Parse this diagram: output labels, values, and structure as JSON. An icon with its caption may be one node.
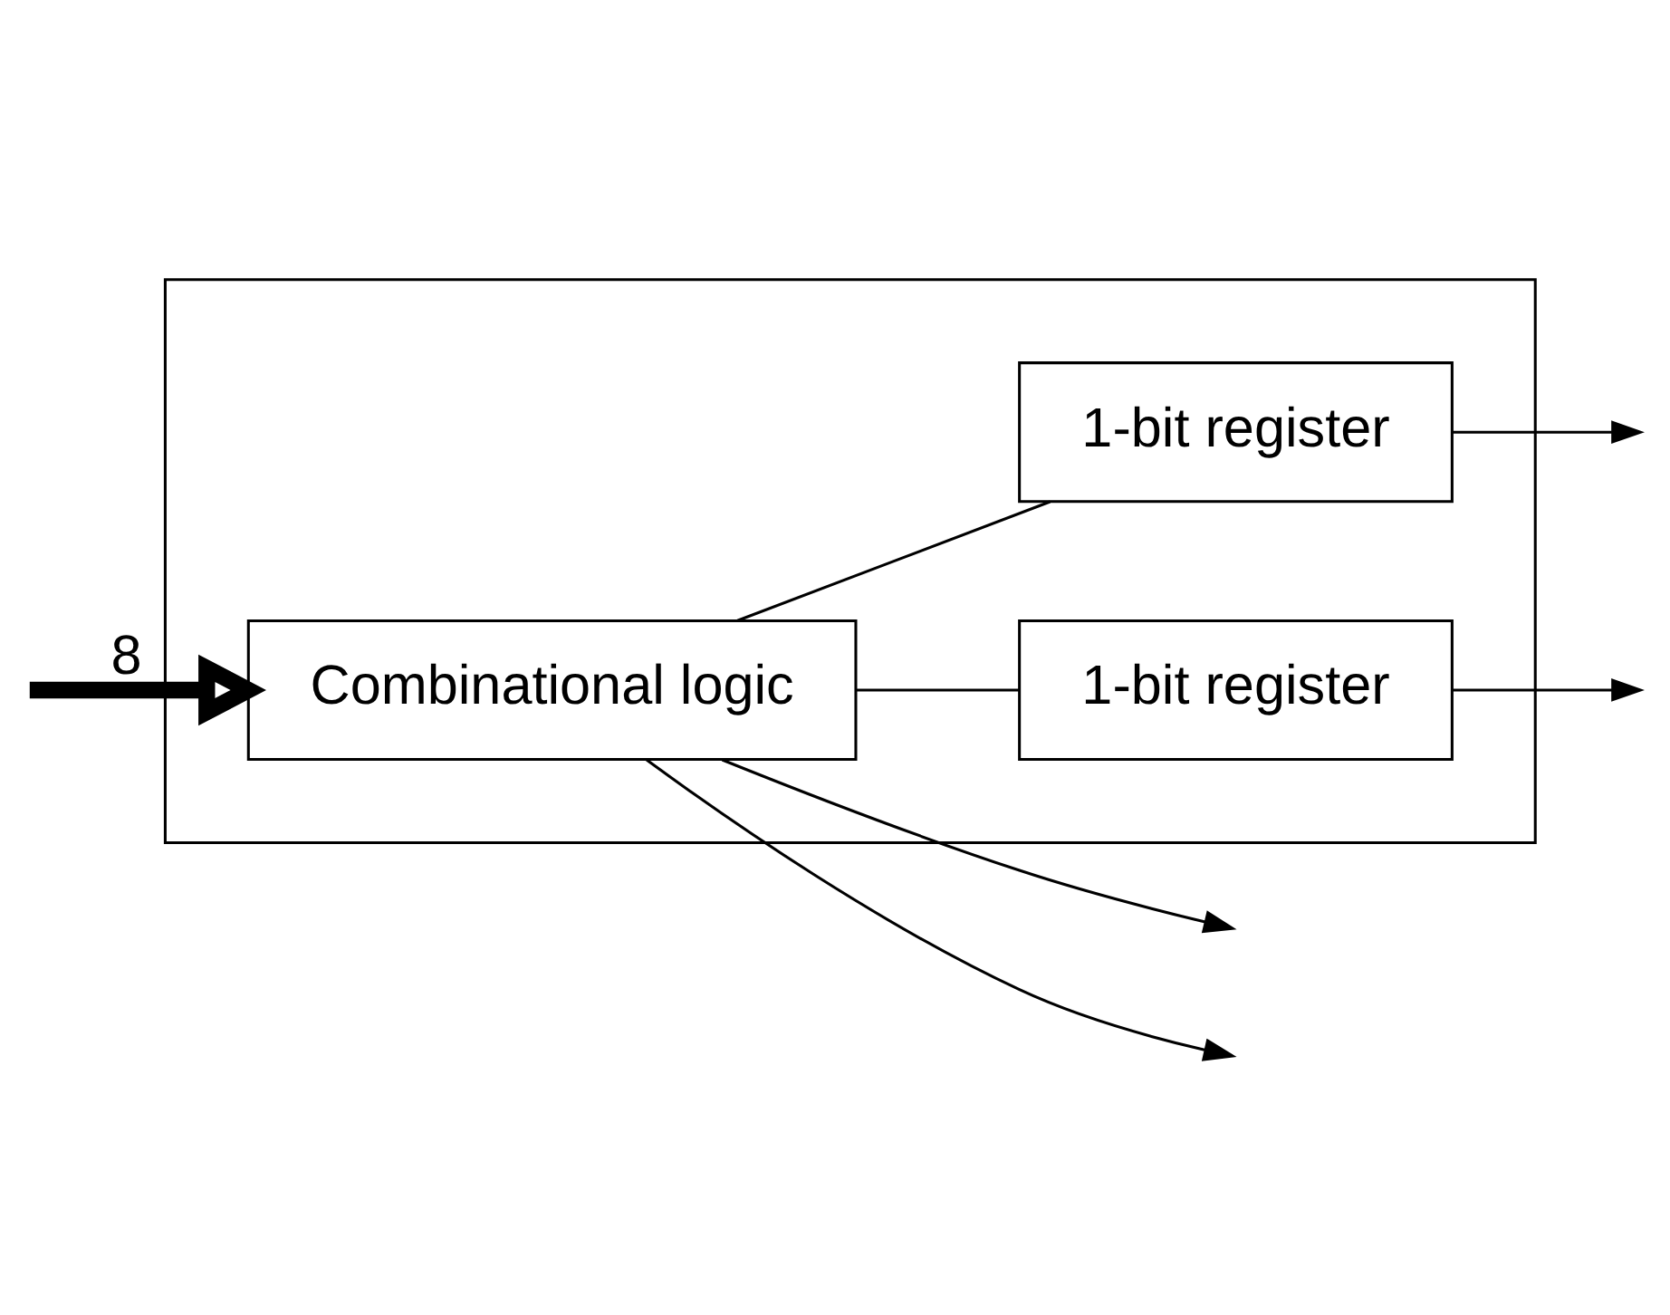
{
  "diagram": {
    "nodes": [
      {
        "text": [],
        "shape": "box"
      },
      {
        "text": [
          "Combinational logic"
        ],
        "in": 0
      },
      {
        "text": [
          "1-bit register"
        ],
        "in": 0
      },
      {
        "text": [
          "1-bit register"
        ],
        "in": 0
      }
    ],
    "edges": [
      {
        "from": 1,
        "to": null,
        "arrow": "to"
      },
      {
        "from": 1,
        "to": 2,
        "arrow": "none"
      },
      {
        "from": 2,
        "to": null,
        "arrow": "to"
      },
      {
        "from": 3,
        "to": null,
        "arrow": "to"
      },
      {
        "from": 1,
        "to": 3,
        "arrow": "none"
      },
      {
        "from": 1,
        "to": null,
        "arrow": "to"
      },
      {
        "from": null,
        "to": 1,
        "arrow": "to",
        "label": "8",
        "style": "thick"
      }
    ]
  }
}
